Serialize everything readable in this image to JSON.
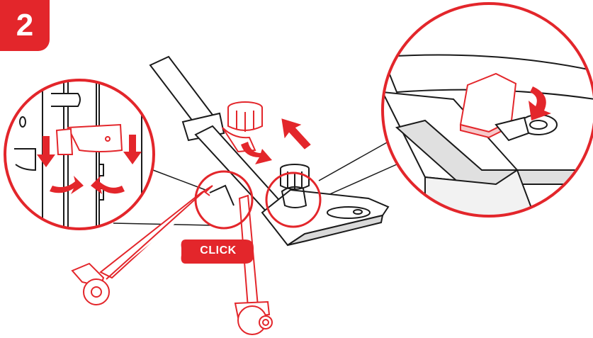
{
  "step": {
    "number": "2"
  },
  "click_label": "CLICK",
  "colors": {
    "accent": "#e3262b",
    "line": "#1a1a1a",
    "shadow": "#8a8a8a"
  },
  "icons": [
    "step-badge",
    "curved-arrow",
    "straight-arrow",
    "magnifier-circle"
  ]
}
